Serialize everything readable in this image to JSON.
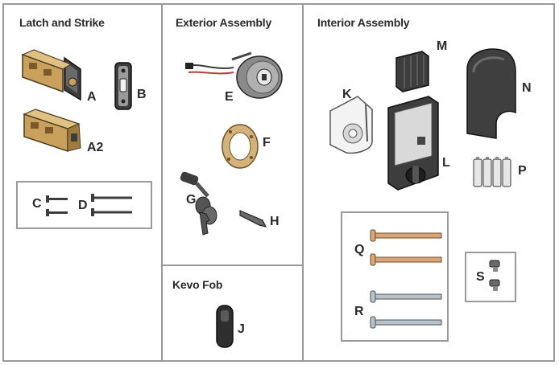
{
  "sections": {
    "latch_strike": {
      "title": "Latch and Strike"
    },
    "exterior": {
      "title": "Exterior Assembly"
    },
    "interior": {
      "title": "Interior Assembly"
    },
    "kevo_fob": {
      "title": "Kevo Fob"
    }
  },
  "parts": {
    "A": "A",
    "A2": "A2",
    "B": "B",
    "C": "C",
    "D": "D",
    "E": "E",
    "F": "F",
    "G": "G",
    "H": "H",
    "J": "J",
    "K": "K",
    "L": "L",
    "M": "M",
    "N": "N",
    "P": "P",
    "Q": "Q",
    "R": "R",
    "S": "S"
  },
  "colors": {
    "frame": "#9a9a9a",
    "brass": "#c9a15c",
    "dark_metal": "#3d3d3d",
    "steel": "#b9c2c8",
    "wood_screw": "#d9a679"
  }
}
